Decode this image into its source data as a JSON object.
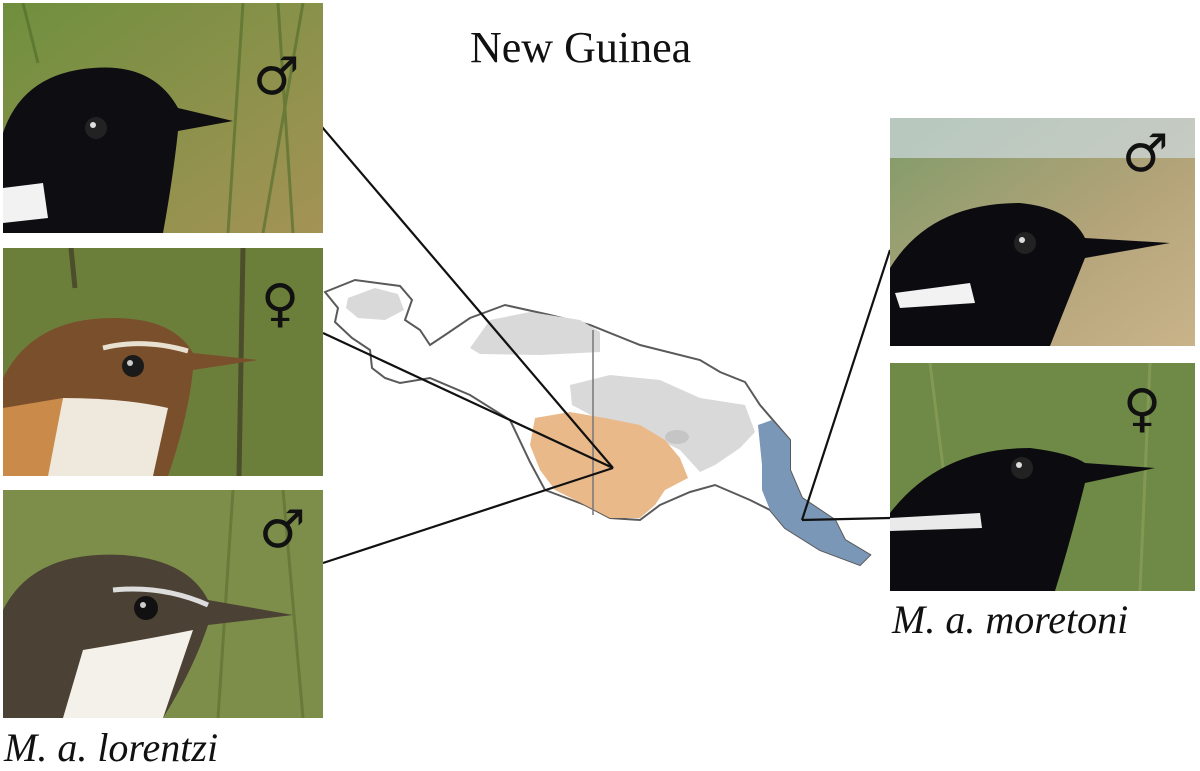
{
  "title": "New Guinea",
  "captions": {
    "left": "M. a. lorentzi",
    "right": "M. a. moretoni"
  },
  "photos": [
    {
      "id": "lorentzi-male-1",
      "sex_symbol": "♂",
      "sex": "male",
      "plumage": "black"
    },
    {
      "id": "lorentzi-female",
      "sex_symbol": "♀",
      "sex": "female",
      "plumage": "brown"
    },
    {
      "id": "lorentzi-male-2",
      "sex_symbol": "♂",
      "sex": "male",
      "plumage": "brown"
    },
    {
      "id": "moretoni-male",
      "sex_symbol": "♂",
      "sex": "male",
      "plumage": "black"
    },
    {
      "id": "moretoni-female",
      "sex_symbol": "♀",
      "sex": "female",
      "plumage": "black"
    }
  ],
  "colors": {
    "lorentzi_range": "#e9b98a",
    "moretoni_range": "#7b97b8",
    "other_range": "#d9d9d9",
    "outline": "#5a5a5a"
  }
}
